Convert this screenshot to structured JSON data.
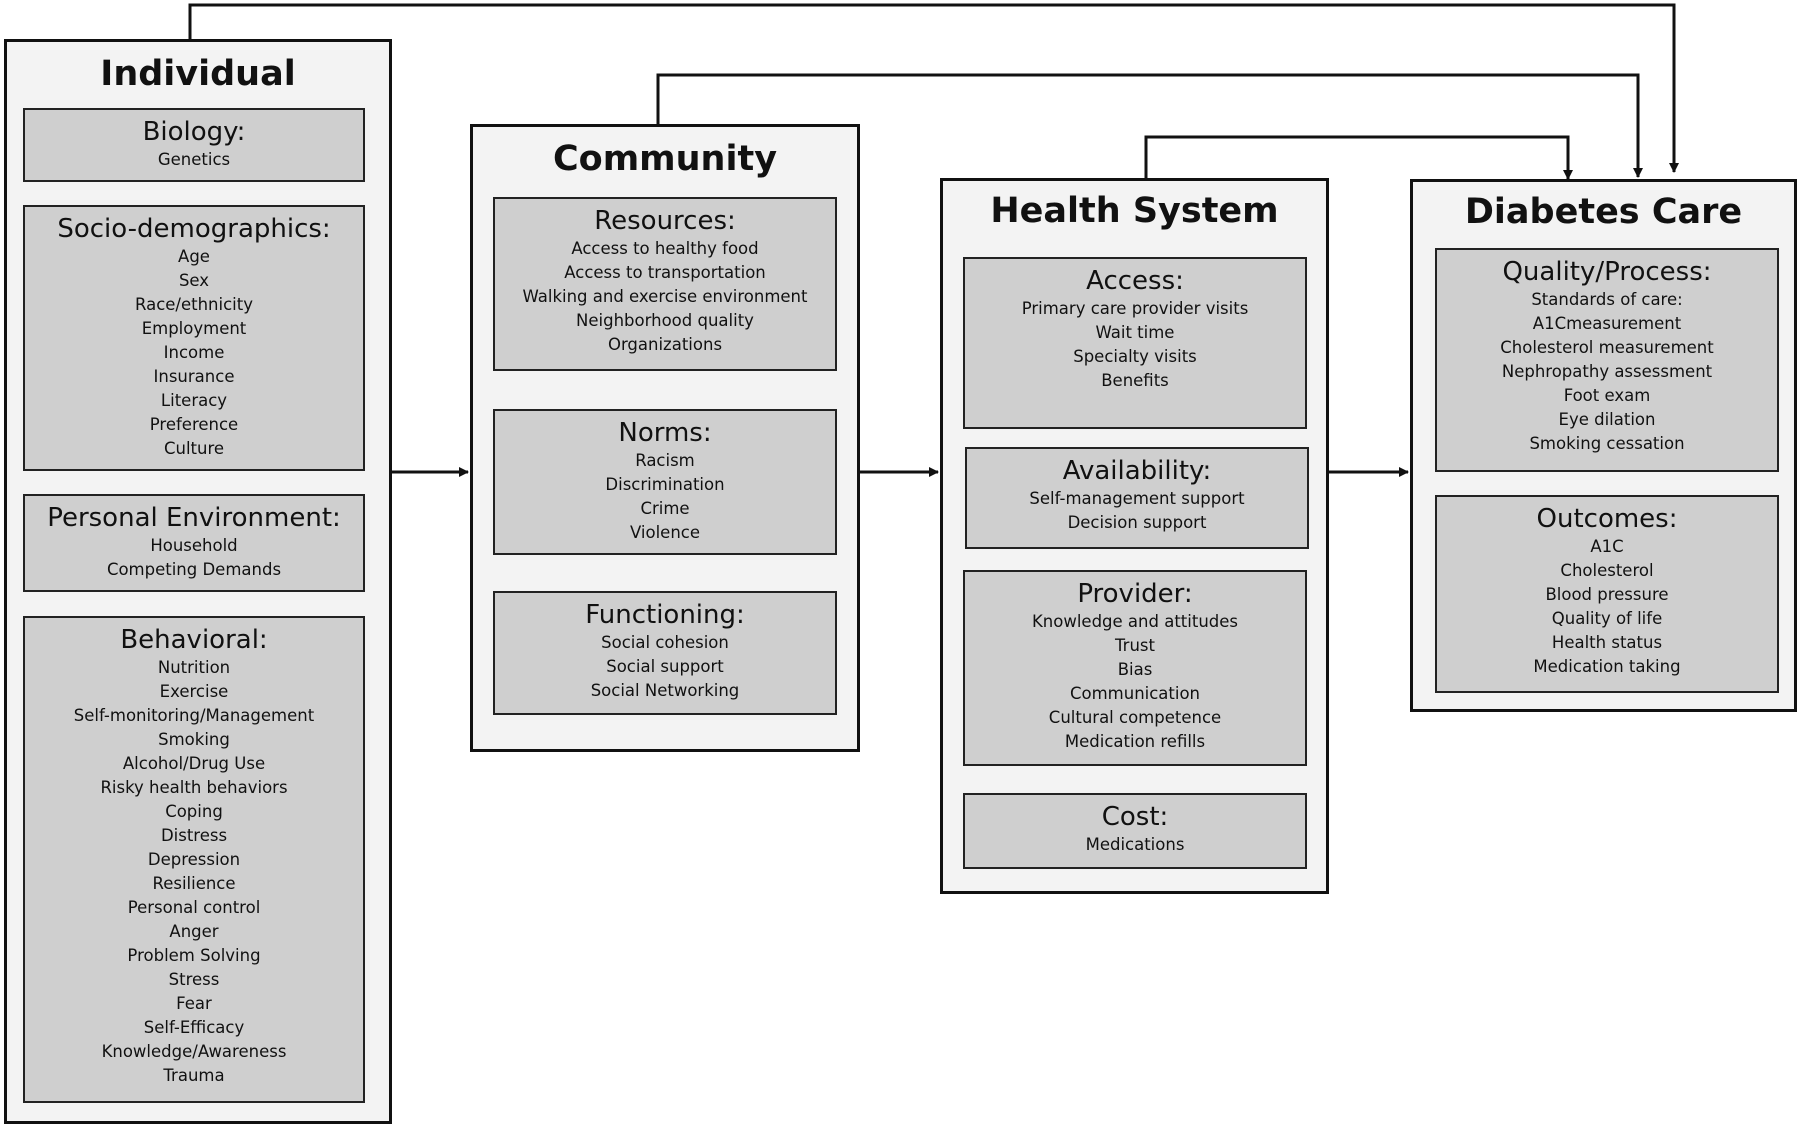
{
  "columns": {
    "individual": {
      "title": "Individual",
      "boxes": [
        {
          "title": "Biology:",
          "items": [
            "Genetics"
          ]
        },
        {
          "title": "Socio-demographics:",
          "items": [
            "Age",
            "Sex",
            "Race/ethnicity",
            "Employment",
            "Income",
            "Insurance",
            "Literacy",
            "Preference",
            "Culture"
          ]
        },
        {
          "title": "Personal Environment:",
          "items": [
            "Household",
            "Competing Demands"
          ]
        },
        {
          "title": "Behavioral:",
          "items": [
            "Nutrition",
            "Exercise",
            "Self-monitoring/Management",
            "Smoking",
            "Alcohol/Drug Use",
            "Risky health behaviors",
            "Coping",
            "Distress",
            "Depression",
            "Resilience",
            "Personal control",
            "Anger",
            "Problem Solving",
            "Stress",
            "Fear",
            "Self-Efficacy",
            "Knowledge/Awareness",
            "Trauma"
          ]
        }
      ]
    },
    "community": {
      "title": "Community",
      "boxes": [
        {
          "title": "Resources:",
          "items": [
            "Access to healthy food",
            "Access to transportation",
            "Walking and exercise environment",
            "Neighborhood quality",
            "Organizations"
          ]
        },
        {
          "title": "Norms:",
          "items": [
            "Racism",
            "Discrimination",
            "Crime",
            "Violence"
          ]
        },
        {
          "title": "Functioning:",
          "items": [
            "Social cohesion",
            "Social support",
            "Social Networking"
          ]
        }
      ]
    },
    "health_system": {
      "title": "Health System",
      "boxes": [
        {
          "title": "Access:",
          "items": [
            "Primary care provider visits",
            "Wait time",
            "Specialty visits",
            "Benefits"
          ]
        },
        {
          "title": "Availability:",
          "items": [
            "Self-management support",
            "Decision support"
          ]
        },
        {
          "title": "Provider:",
          "items": [
            "Knowledge and attitudes",
            "Trust",
            "Bias",
            "Communication",
            "Cultural competence",
            "Medication refills"
          ]
        },
        {
          "title": "Cost:",
          "items": [
            "Medications"
          ]
        }
      ]
    },
    "diabetes_care": {
      "title": "Diabetes Care",
      "boxes": [
        {
          "title": "Quality/Process:",
          "items": [
            "Standards of care:",
            "A1Cmeasurement",
            "Cholesterol measurement",
            "Nephropathy assessment",
            "Foot exam",
            "Eye dilation",
            "Smoking cessation"
          ]
        },
        {
          "title": "Outcomes:",
          "items": [
            "A1C",
            "Cholesterol",
            "Blood pressure",
            "Quality of life",
            "Health status",
            "Medication taking"
          ]
        }
      ]
    }
  }
}
